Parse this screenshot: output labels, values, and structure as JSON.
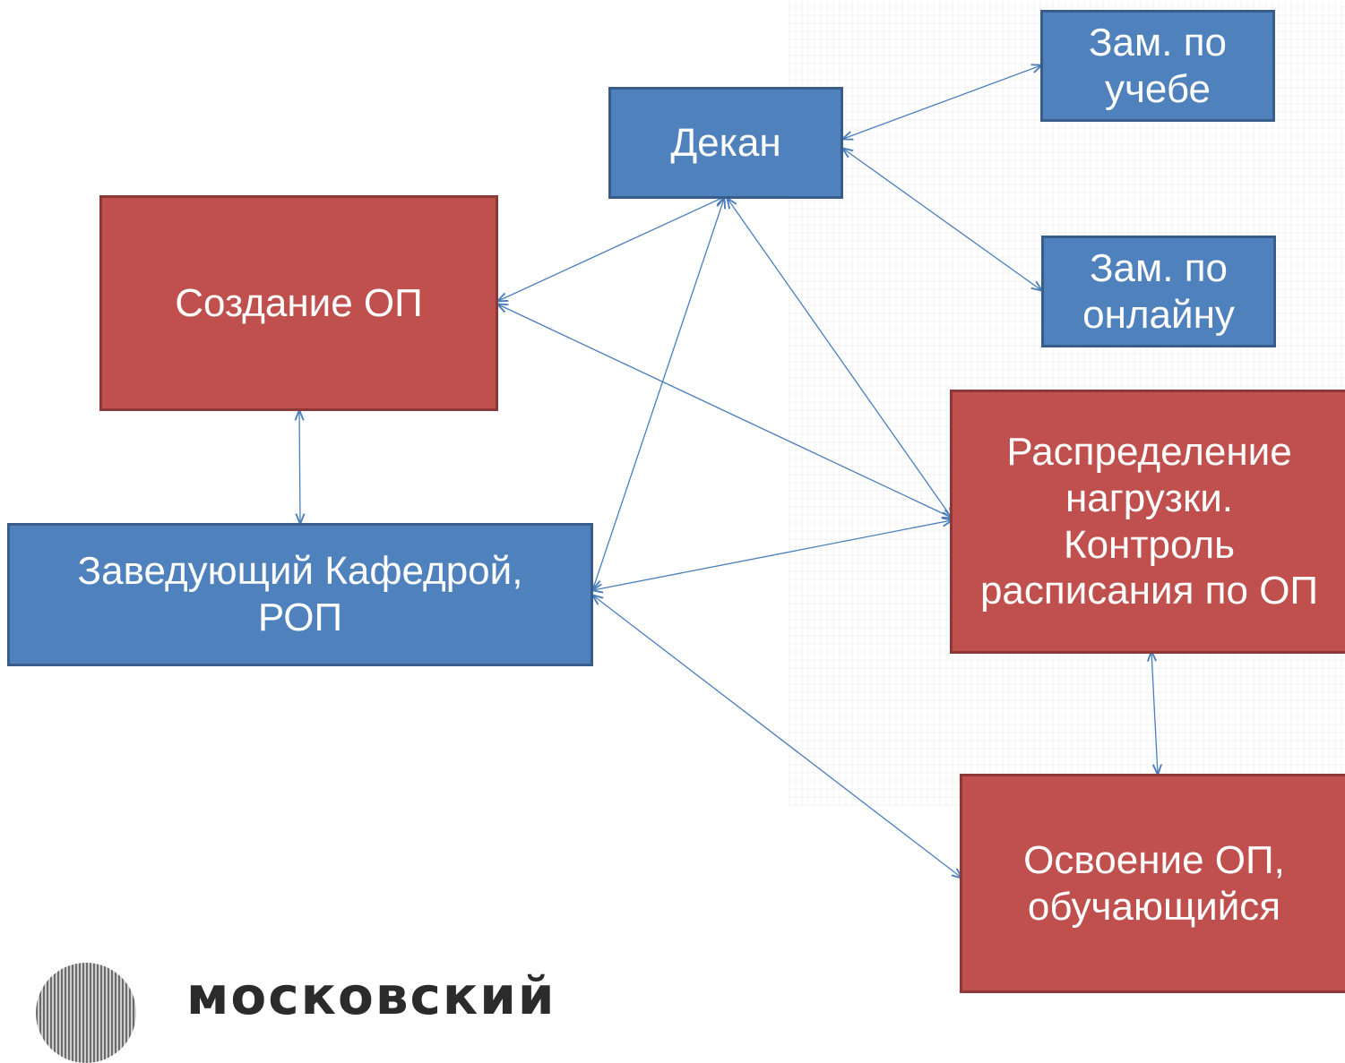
{
  "nodes": {
    "dekan": "Декан",
    "zam_ucheba": "Зам. по\nучебе",
    "zam_online": "Зам. по\nонлайну",
    "sozdanie_op": "Создание ОП",
    "zaveduyushchiy": "Заведующий Кафедрой,\nРОП",
    "raspredelenie": "Распределение\nнагрузки.\nКонтроль\nрасписания по ОП",
    "osvoenie": "Освоение ОП,\nобучающийся"
  },
  "colors": {
    "blue_fill": "#4f81bd",
    "red_fill": "#c0504d",
    "connector": "#4a7ebb"
  },
  "logo": {
    "text": "московский"
  }
}
